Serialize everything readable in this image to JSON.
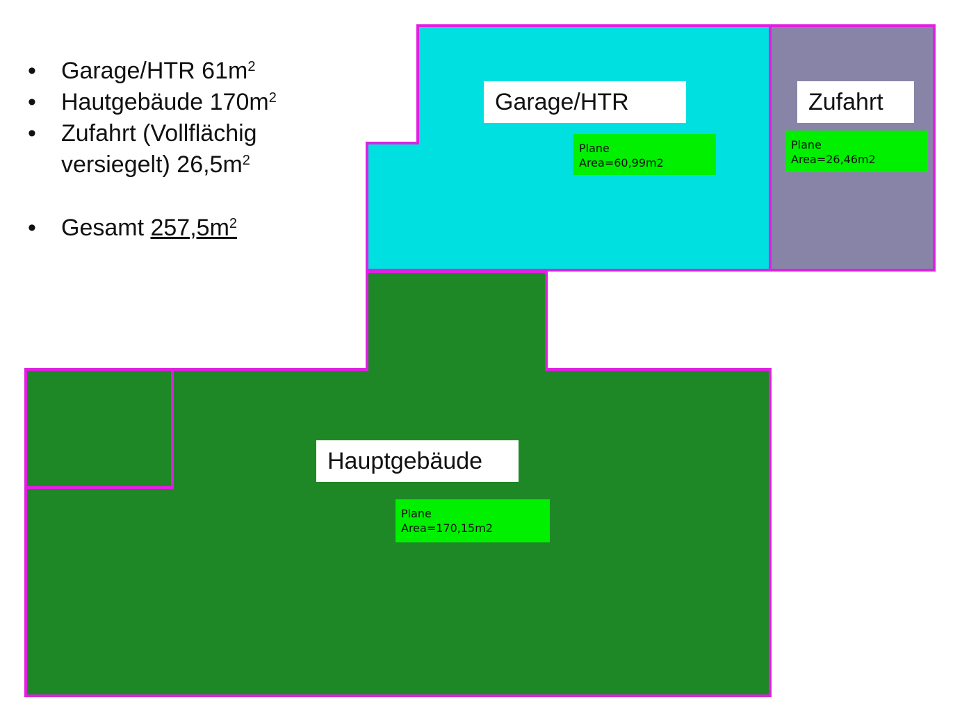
{
  "summary": {
    "items": [
      {
        "text": "Garage/HTR 61m",
        "sup": "2"
      },
      {
        "text": "Hautgebäude 170m",
        "sup": "2"
      },
      {
        "text": "Zufahrt (Vollflächig",
        "text2": "versiegelt) 26,5m",
        "sup": "2"
      }
    ],
    "total": {
      "label": "Gesamt ",
      "value": "257,5m",
      "sup": "2"
    },
    "bullet": "•"
  },
  "areas": {
    "garage": {
      "label": "Garage/HTR",
      "type": "Plane",
      "area": "Area=60,99m2"
    },
    "zufahrt": {
      "label": "Zufahrt",
      "type": "Plane",
      "area": "Area=26,46m2"
    },
    "haupt": {
      "label": "Hauptgebäude",
      "type": "Plane",
      "area": "Area=170,15m2"
    }
  },
  "colors": {
    "outline": "#e020e0",
    "garage": "#00e0e0",
    "zufahrt": "#8884a8",
    "haupt": "#1e8827",
    "tag": "#00f000"
  }
}
